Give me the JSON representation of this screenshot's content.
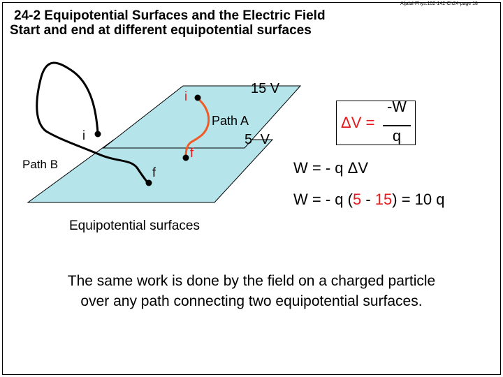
{
  "title": "24-2 Equipotential Surfaces and the Electric Field",
  "subtitle": "Start and end at different equipotential surfaces",
  "credit": "Aljalal-Phys.102-142-Ch24-page 18",
  "figure": {
    "voltage_top": "15 V",
    "voltage_bottom": "5 V",
    "path_a": "Path A",
    "path_b": "Path B",
    "i_a": "i",
    "f_a": "f",
    "i_b": "i",
    "f_b": "f",
    "caption": "Equipotential surfaces"
  },
  "equations": {
    "box_left": "ΔV =",
    "box_num": "-W",
    "box_den": "q",
    "eq2": "W = - q ΔV",
    "eq3_prefix": "W = - q (",
    "eq3_a": "5",
    "eq3_mid": " - ",
    "eq3_b": "15",
    "eq3_suffix": ") = 10 q"
  },
  "conclusion": [
    "The same work is done by the field on a charged particle",
    "over any path connecting two equipotential surfaces."
  ],
  "colors": {
    "plane": "#b5e5ea",
    "path_a": "#f15a24",
    "text": "#000000"
  }
}
